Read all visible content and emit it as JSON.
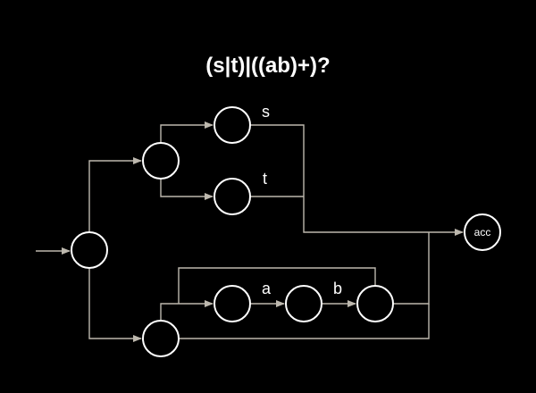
{
  "title": "(s|t)|((ab)+)?",
  "colors": {
    "background": "#000000",
    "state_stroke": "#ffffff",
    "edge": "#bdb8ae",
    "text": "#ffffff"
  },
  "labels": {
    "s": "s",
    "t": "t",
    "a": "a",
    "b": "b"
  },
  "states": {
    "accept": "acc"
  }
}
